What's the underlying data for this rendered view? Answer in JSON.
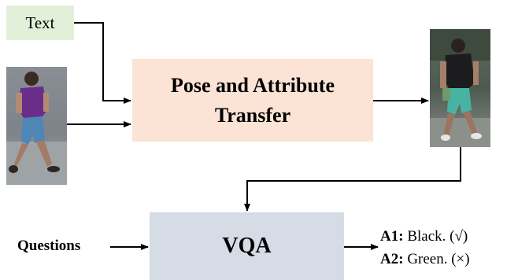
{
  "diagram": {
    "text_input": "Text",
    "transfer_module": [
      "Pose and Attribute",
      "Transfer"
    ],
    "vqa_module": "VQA",
    "questions_label": "Questions",
    "answers": [
      {
        "label": "A1:",
        "text": " Black. (√)"
      },
      {
        "label": "A2:",
        "text": " Green. (×)"
      }
    ],
    "images": [
      {
        "role": "input-person",
        "description": "pedestrian in purple shirt and blue shorts"
      },
      {
        "role": "output-person",
        "description": "pedestrian in black shirt and teal shorts"
      }
    ]
  }
}
